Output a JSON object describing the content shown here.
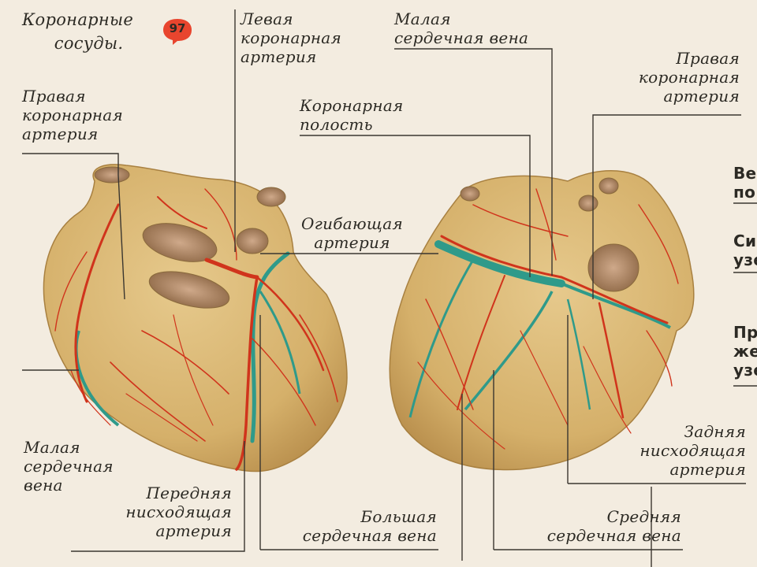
{
  "title": {
    "lines": [
      "Коронарные",
      "сосуды."
    ]
  },
  "page_number": "97",
  "labels": {
    "left_coronary_artery": [
      "Левая",
      "коронарная",
      "артерия"
    ],
    "small_cardiac_vein_top": [
      "Малая",
      "сердечная вена"
    ],
    "right_coronary_artery_right": [
      "Правая",
      "коронарная",
      "артерия"
    ],
    "right_coronary_artery_left": [
      "Правая",
      "коронарная",
      "артерия"
    ],
    "coronary_sinus": [
      "Коронарная",
      "полость"
    ],
    "circumflex_artery": [
      "Огибающая",
      "артерия"
    ],
    "small_cardiac_vein_bottom": [
      "Малая",
      "сердечная",
      "вена"
    ],
    "anterior_descending_artery": [
      "Передняя",
      "нисходящая",
      "артерия"
    ],
    "great_cardiac_vein": [
      "Большая",
      "сердечная вена"
    ],
    "middle_cardiac_vein": [
      "Средняя",
      "сердечная вена"
    ],
    "posterior_descending_artery": [
      "Задняя",
      "нисходящая",
      "артерия"
    ],
    "cut_fragment_1": [
      "Ве",
      "по"
    ],
    "cut_fragment_2": [
      "Си",
      "узе"
    ],
    "cut_fragment_3": [
      "Пр",
      "же",
      "узе"
    ]
  },
  "colors": {
    "background": "#f3ece0",
    "heart_fill": "#d8b470",
    "heart_shade": "#c19a55",
    "vessel_cavity": "#a07850",
    "artery": "#d0341c",
    "vein": "#2f9a8a",
    "leader_line": "#3a3630"
  }
}
